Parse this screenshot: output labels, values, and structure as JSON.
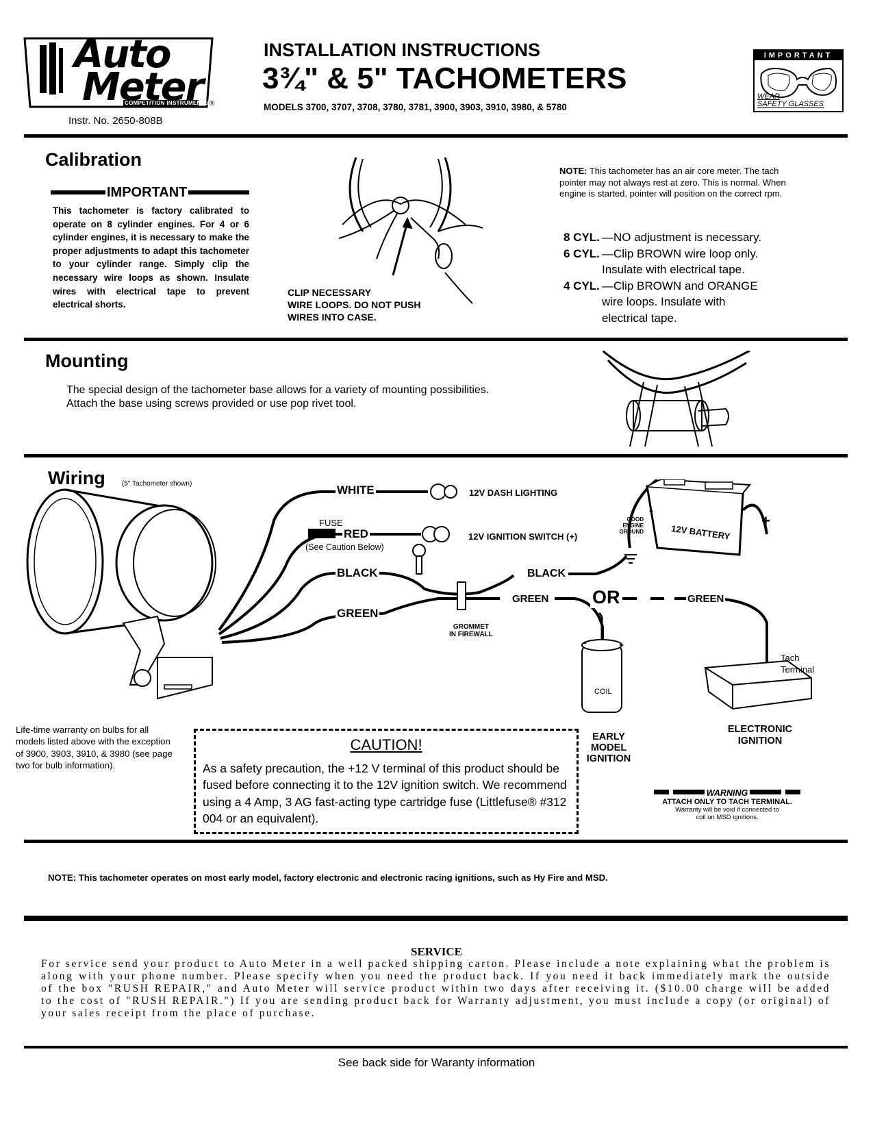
{
  "header": {
    "logo_line1": "Auto",
    "logo_line2": "Meter",
    "logo_tag": "COMPETITION INSTRUMENTS",
    "instr_no": "Instr. No. 2650-808B",
    "title1": "INSTALLATION INSTRUCTIONS",
    "title2": "3¾\" & 5\" TACHOMETERS",
    "models": "MODELS 3700, 3707, 3708, 3780, 3781, 3900, 3903, 3910, 3980, & 5780",
    "safety_head": "IMPORTANT",
    "safety_wear": "WEAR",
    "safety_glasses": "SAFETY GLASSES"
  },
  "calibration": {
    "heading": "Calibration",
    "important_label": "IMPORTANT",
    "body": "This tachometer is factory calibrated to operate on 8 cylinder engines. For 4 or 6 cylinder engines, it is necessary to make the proper adjustments to adapt this tachometer to your cylinder range. Simply clip the necessary wire loops as shown. Insulate wires with electrical tape to prevent electrical shorts.",
    "clip_caption": "CLIP NECESSARY\nWIRE LOOPS. DO NOT PUSH\nWIRES INTO CASE.",
    "note_label": "NOTE:",
    "note_text": "This tachometer has an air core meter. The tach pointer may not always rest at zero. This is normal. When engine is started, pointer will position on the correct rpm.",
    "cyl": [
      {
        "label": "8 CYL.",
        "text": "—NO adjustment is necessary."
      },
      {
        "label": "6 CYL.",
        "text": "—Clip BROWN wire loop only.\nInsulate with electrical tape."
      },
      {
        "label": "4 CYL.",
        "text": "—Clip BROWN and ORANGE\nwire loops. Insulate with\nelectrical tape."
      }
    ]
  },
  "mounting": {
    "heading": "Mounting",
    "body": "The special design of the tachometer base allows for a variety of mounting possibilities. Attach the base using screws provided or use pop rivet tool."
  },
  "wiring": {
    "heading": "Wiring",
    "subheading": "(5\" Tachometer shown)",
    "white": "WHITE",
    "dash": "12V DASH LIGHTING",
    "fuse": "FUSE",
    "red": "RED",
    "see_caution": "(See Caution Below)",
    "ignition_switch": "12V IGNITION SWITCH (+)",
    "black_left": "BLACK",
    "black_right": "BLACK",
    "green_left": "GREEN",
    "green_mid": "GREEN",
    "or": "OR",
    "green_right": "GREEN",
    "grommet": "GROMMET\nIN FIREWALL",
    "good_ground": "GOOD\nENGINE\nGROUND",
    "battery": "12V BATTERY",
    "minus": "-",
    "plus": "+",
    "coil": "COIL",
    "coil_minus": "-",
    "coil_plus": "+",
    "early_model": "EARLY\nMODEL\nIGNITION",
    "tach_terminal": "Tach\nTerminal",
    "electronic_ignition": "ELECTRONIC\nIGNITION",
    "warranty_bulbs": "Life-time warranty on bulbs for all models listed above with the exception of 3900, 3903, 3910, & 3980 (see page two for bulb information).",
    "caution_heading": "CAUTION!",
    "caution_text": "As a safety precaution, the +12 V terminal of this product should be fused before connecting it to the 12V ignition switch. We recommend using a 4 Amp, 3 AG fast-acting type cartridge fuse (Littlefuse® #312 004 or an equivalent).",
    "warning_label": "WARNING",
    "warning_line1": "ATTACH ONLY TO TACH TERMINAL.",
    "warning_line2": "Warranty will be void if connected to\ncoil on MSD ignitions."
  },
  "note_bottom": "NOTE: This tachometer operates on most early model, factory electronic and electronic racing ignitions, such as Hy Fire and MSD.",
  "service": {
    "heading": "SERVICE",
    "body": "For service send your product to Auto Meter in a well packed shipping carton. Please include a note explaining what the problem is along with your phone number. Please specify when you need the product back. If you need it back immediately mark the outside of the box \"RUSH REPAIR,\" and Auto Meter will service product within two days after receiving it. ($10.00 charge will be added to the cost of \"RUSH REPAIR.\") If you are sending product back for Warranty adjustment, you must include a copy (or original) of your sales receipt from the place of purchase."
  },
  "footer": "See back side for Waranty information"
}
